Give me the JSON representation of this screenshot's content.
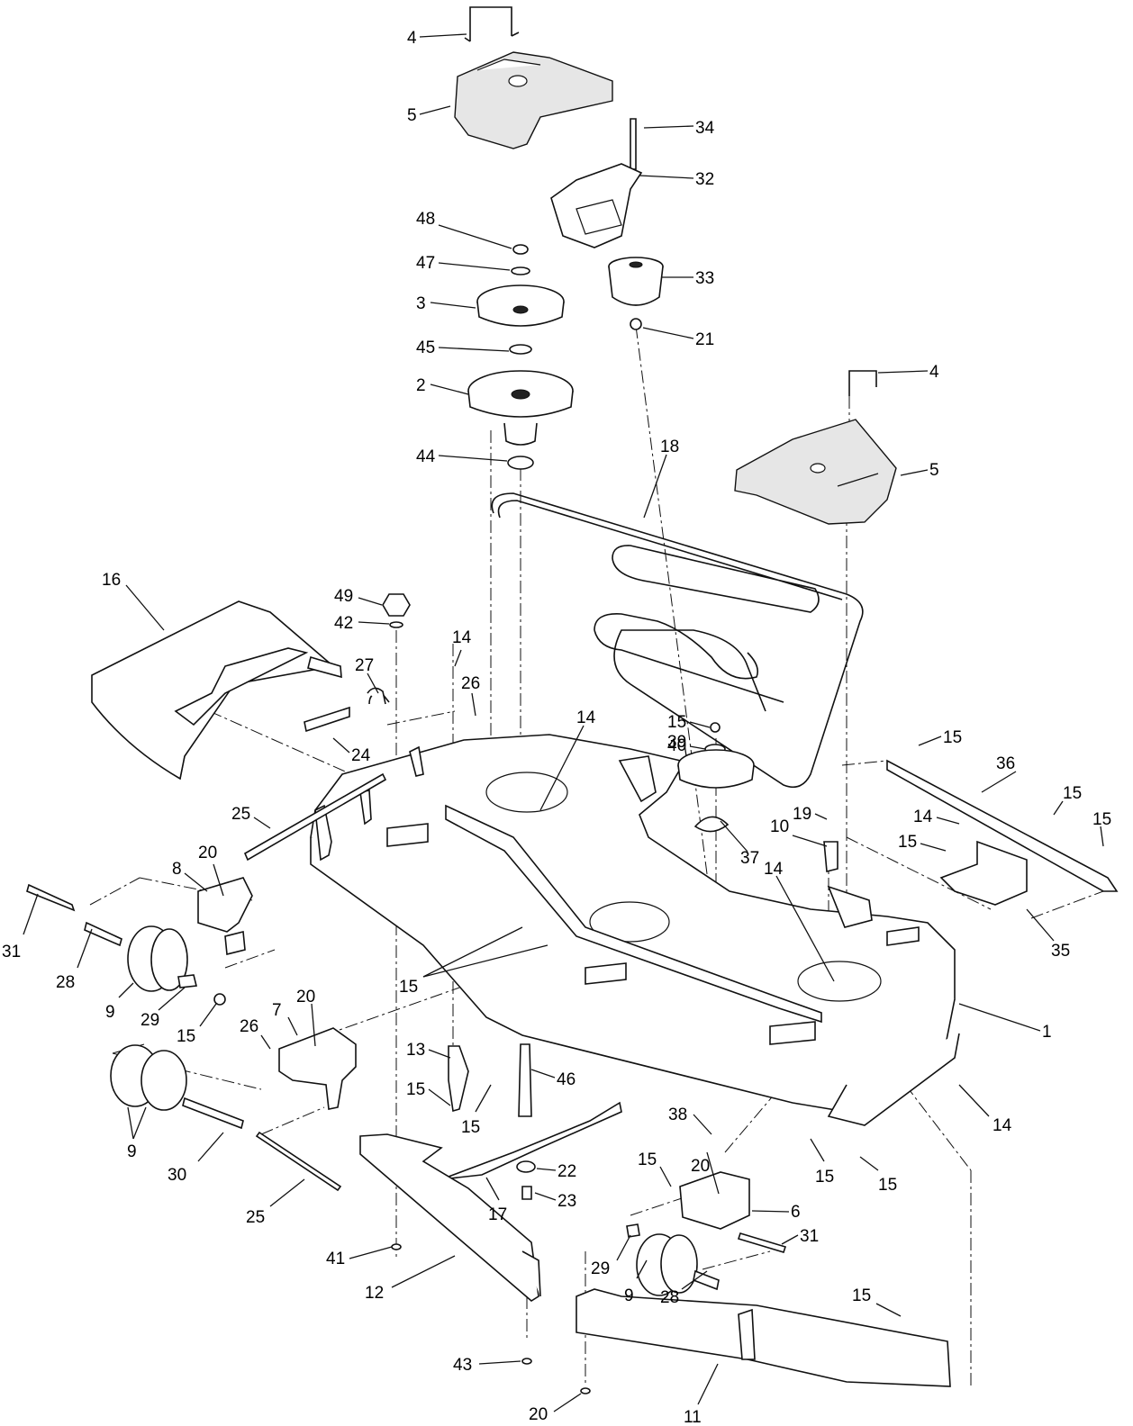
{
  "callouts": [
    {
      "label": "4"
    },
    {
      "label": "5"
    },
    {
      "label": "34"
    },
    {
      "label": "32"
    },
    {
      "label": "48"
    },
    {
      "label": "47"
    },
    {
      "label": "33"
    },
    {
      "label": "3"
    },
    {
      "label": "21"
    },
    {
      "label": "45"
    },
    {
      "label": "4"
    },
    {
      "label": "2"
    },
    {
      "label": "44"
    },
    {
      "label": "18"
    },
    {
      "label": "5"
    },
    {
      "label": "16"
    },
    {
      "label": "49"
    },
    {
      "label": "42"
    },
    {
      "label": "14"
    },
    {
      "label": "27"
    },
    {
      "label": "26"
    },
    {
      "label": "14"
    },
    {
      "label": "15"
    },
    {
      "label": "40"
    },
    {
      "label": "39"
    },
    {
      "label": "24"
    },
    {
      "label": "15"
    },
    {
      "label": "36"
    },
    {
      "label": "15"
    },
    {
      "label": "25"
    },
    {
      "label": "19"
    },
    {
      "label": "14"
    },
    {
      "label": "15"
    },
    {
      "label": "10"
    },
    {
      "label": "37"
    },
    {
      "label": "15"
    },
    {
      "label": "20"
    },
    {
      "label": "8"
    },
    {
      "label": "31"
    },
    {
      "label": "14"
    },
    {
      "label": "35"
    },
    {
      "label": "28"
    },
    {
      "label": "15"
    },
    {
      "label": "9"
    },
    {
      "label": "29"
    },
    {
      "label": "20"
    },
    {
      "label": "1"
    },
    {
      "label": "15"
    },
    {
      "label": "26"
    },
    {
      "label": "7"
    },
    {
      "label": "13"
    },
    {
      "label": "46"
    },
    {
      "label": "15"
    },
    {
      "label": "15"
    },
    {
      "label": "14"
    },
    {
      "label": "38"
    },
    {
      "label": "9"
    },
    {
      "label": "22"
    },
    {
      "label": "30"
    },
    {
      "label": "17"
    },
    {
      "label": "23"
    },
    {
      "label": "15"
    },
    {
      "label": "20"
    },
    {
      "label": "15"
    },
    {
      "label": "15"
    },
    {
      "label": "25"
    },
    {
      "label": "6"
    },
    {
      "label": "31"
    },
    {
      "label": "41"
    },
    {
      "label": "29"
    },
    {
      "label": "12"
    },
    {
      "label": "9"
    },
    {
      "label": "28"
    },
    {
      "label": "15"
    },
    {
      "label": "43"
    },
    {
      "label": "20"
    },
    {
      "label": "11"
    }
  ]
}
